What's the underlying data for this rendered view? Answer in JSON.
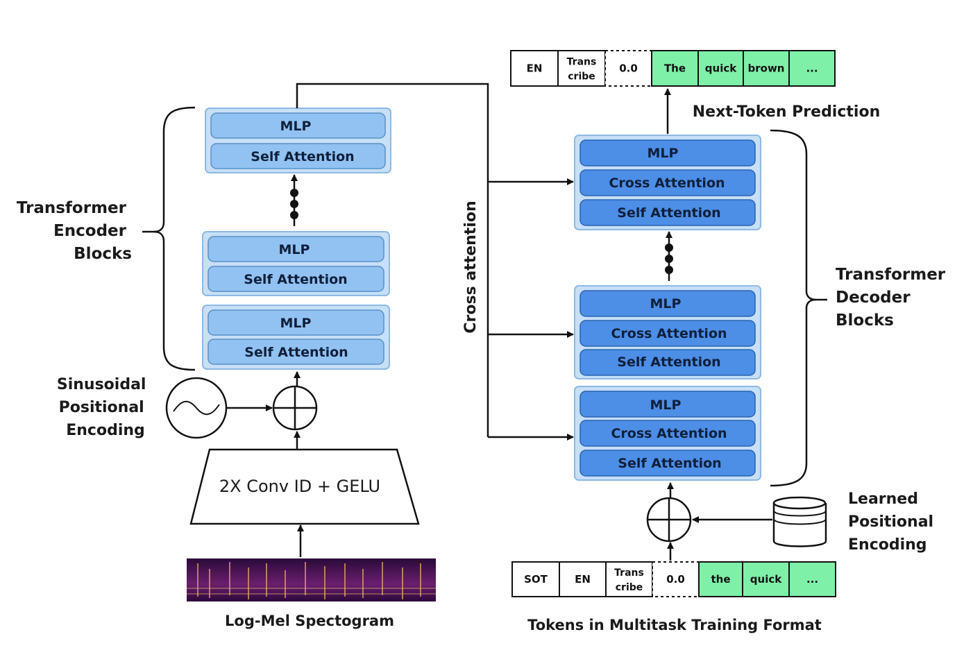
{
  "encoder": {
    "group_label": [
      "Transformer",
      "Encoder",
      "Blocks"
    ],
    "blocks": [
      {
        "mlp": "MLP",
        "self_attention": "Self Attention"
      },
      {
        "mlp": "MLP",
        "self_attention": "Self Attention"
      },
      {
        "mlp": "MLP",
        "self_attention": "Self Attention"
      }
    ],
    "positional_label": [
      "Sinusoidal",
      "Positional",
      "Encoding"
    ],
    "conv_label": "2X Conv ID + GELU",
    "input_label": "Log-Mel Spectogram"
  },
  "cross_attention_label": "Cross attention",
  "decoder": {
    "group_label": [
      "Transformer",
      "Decoder",
      "Blocks"
    ],
    "blocks": [
      {
        "mlp": "MLP",
        "cross_attention": "Cross Attention",
        "self_attention": "Self Attention"
      },
      {
        "mlp": "MLP",
        "cross_attention": "Cross Attention",
        "self_attention": "Self Attention"
      },
      {
        "mlp": "MLP",
        "cross_attention": "Cross Attention",
        "self_attention": "Self Attention"
      }
    ],
    "positional_label": [
      "Learned",
      "Positional",
      "Encoding"
    ],
    "output_label": "Next-Token Prediction",
    "input_label": "Tokens in Multitask Training Format"
  },
  "output_tokens": [
    {
      "text": [
        "EN"
      ],
      "style": "plain"
    },
    {
      "text": [
        "Trans",
        "cribe"
      ],
      "style": "plain"
    },
    {
      "text": [
        "0.0"
      ],
      "style": "dashed"
    },
    {
      "text": [
        "The"
      ],
      "style": "green"
    },
    {
      "text": [
        "quick"
      ],
      "style": "green"
    },
    {
      "text": [
        "brown"
      ],
      "style": "green"
    },
    {
      "text": [
        "..."
      ],
      "style": "green"
    }
  ],
  "input_tokens": [
    {
      "text": [
        "SOT"
      ],
      "style": "plain"
    },
    {
      "text": [
        "EN"
      ],
      "style": "plain"
    },
    {
      "text": [
        "Trans",
        "cribe"
      ],
      "style": "plain"
    },
    {
      "text": [
        "0.0"
      ],
      "style": "dashed"
    },
    {
      "text": [
        "the"
      ],
      "style": "green"
    },
    {
      "text": [
        "quick"
      ],
      "style": "green"
    },
    {
      "text": [
        "..."
      ],
      "style": "green"
    }
  ],
  "colors": {
    "encoder_block_bg": "#c7dff7",
    "encoder_layer": "#91c2f2",
    "decoder_block_bg": "#c7dff7",
    "decoder_layer": "#4d8ee6",
    "token_green": "#7ff0a8"
  }
}
